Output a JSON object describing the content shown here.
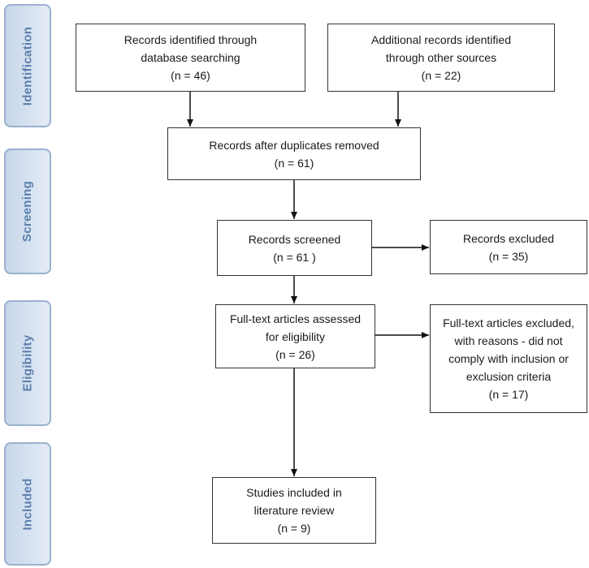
{
  "phases": {
    "identification": "Identification",
    "screening": "Screening",
    "eligibility": "Eligibility",
    "included": "Included"
  },
  "boxes": {
    "database": {
      "lines": [
        "Records identified through",
        "database searching"
      ],
      "count": "(n =  46)"
    },
    "other": {
      "lines": [
        "Additional records identified",
        "through other sources"
      ],
      "count": "(n =   22)"
    },
    "duplicates": {
      "lines": [
        "Records after duplicates removed"
      ],
      "count": "(n =  61)"
    },
    "screened": {
      "lines": [
        "Records screened"
      ],
      "count": "(n = 61 )"
    },
    "excluded": {
      "lines": [
        "Records excluded"
      ],
      "count": "(n =  35)"
    },
    "fulltext": {
      "lines": [
        "Full-text articles assessed",
        "for eligibility"
      ],
      "count": "(n =  26)"
    },
    "fulltext_excluded": {
      "lines": [
        "Full-text articles excluded,",
        "with reasons - did not",
        "comply with inclusion or",
        "exclusion criteria"
      ],
      "count": "(n =  17)"
    },
    "included": {
      "lines": [
        "Studies included in",
        "literature review"
      ],
      "count": "(n =  9)"
    }
  },
  "colors": {
    "phase_border": "#9ab1cf",
    "phase_text": "#5b7fad",
    "box_border": "#333333"
  }
}
